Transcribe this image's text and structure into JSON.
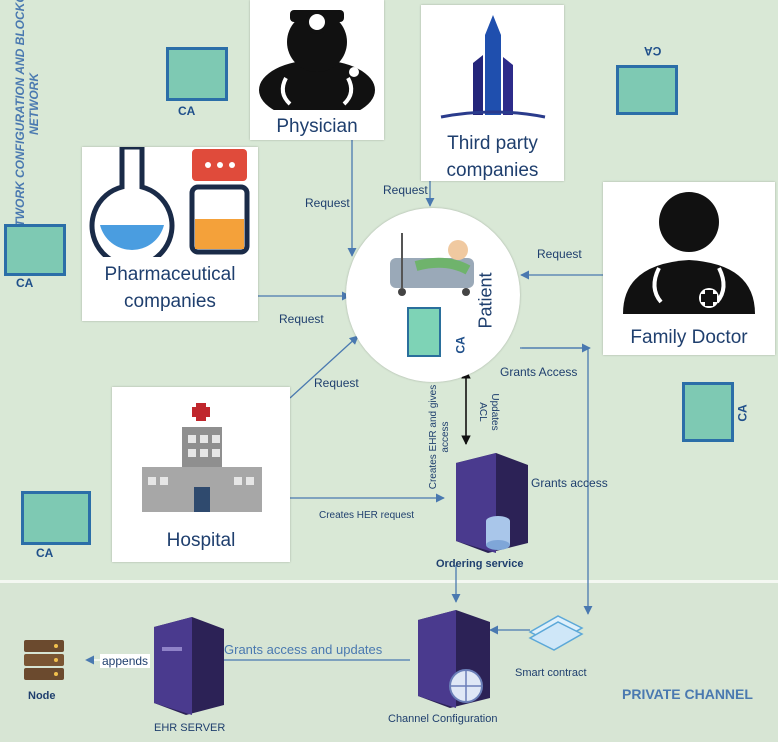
{
  "network_label": "NETWORK CONFIGURATION AND BLOCKCHAIN NETWORK",
  "private_channel": "PRIVATE CHANNEL",
  "actors": {
    "physician": "Physician",
    "third_party": "Third party companies",
    "pharma": "Pharmaceutical companies",
    "family_doctor": "Family Doctor",
    "hospital": "Hospital",
    "patient": "Patient"
  },
  "ca_label": "CA",
  "edges": {
    "request": "Request",
    "grants_access": "Grants Access",
    "grants_access_lower": "Grants access",
    "creates_ehr_request": "Creates HER request",
    "creates_ehr_gives": "Creates EHR and gives access",
    "updates_acl": "Updates ACL",
    "grants_updates": "Grants access and updates",
    "appends": "appends"
  },
  "nodes": {
    "ordering_service": "Ordering service",
    "smart_contract": "Smart contract",
    "channel_config": "Channel Configuration",
    "ehr_server": "EHR SERVER",
    "node": "Node"
  }
}
